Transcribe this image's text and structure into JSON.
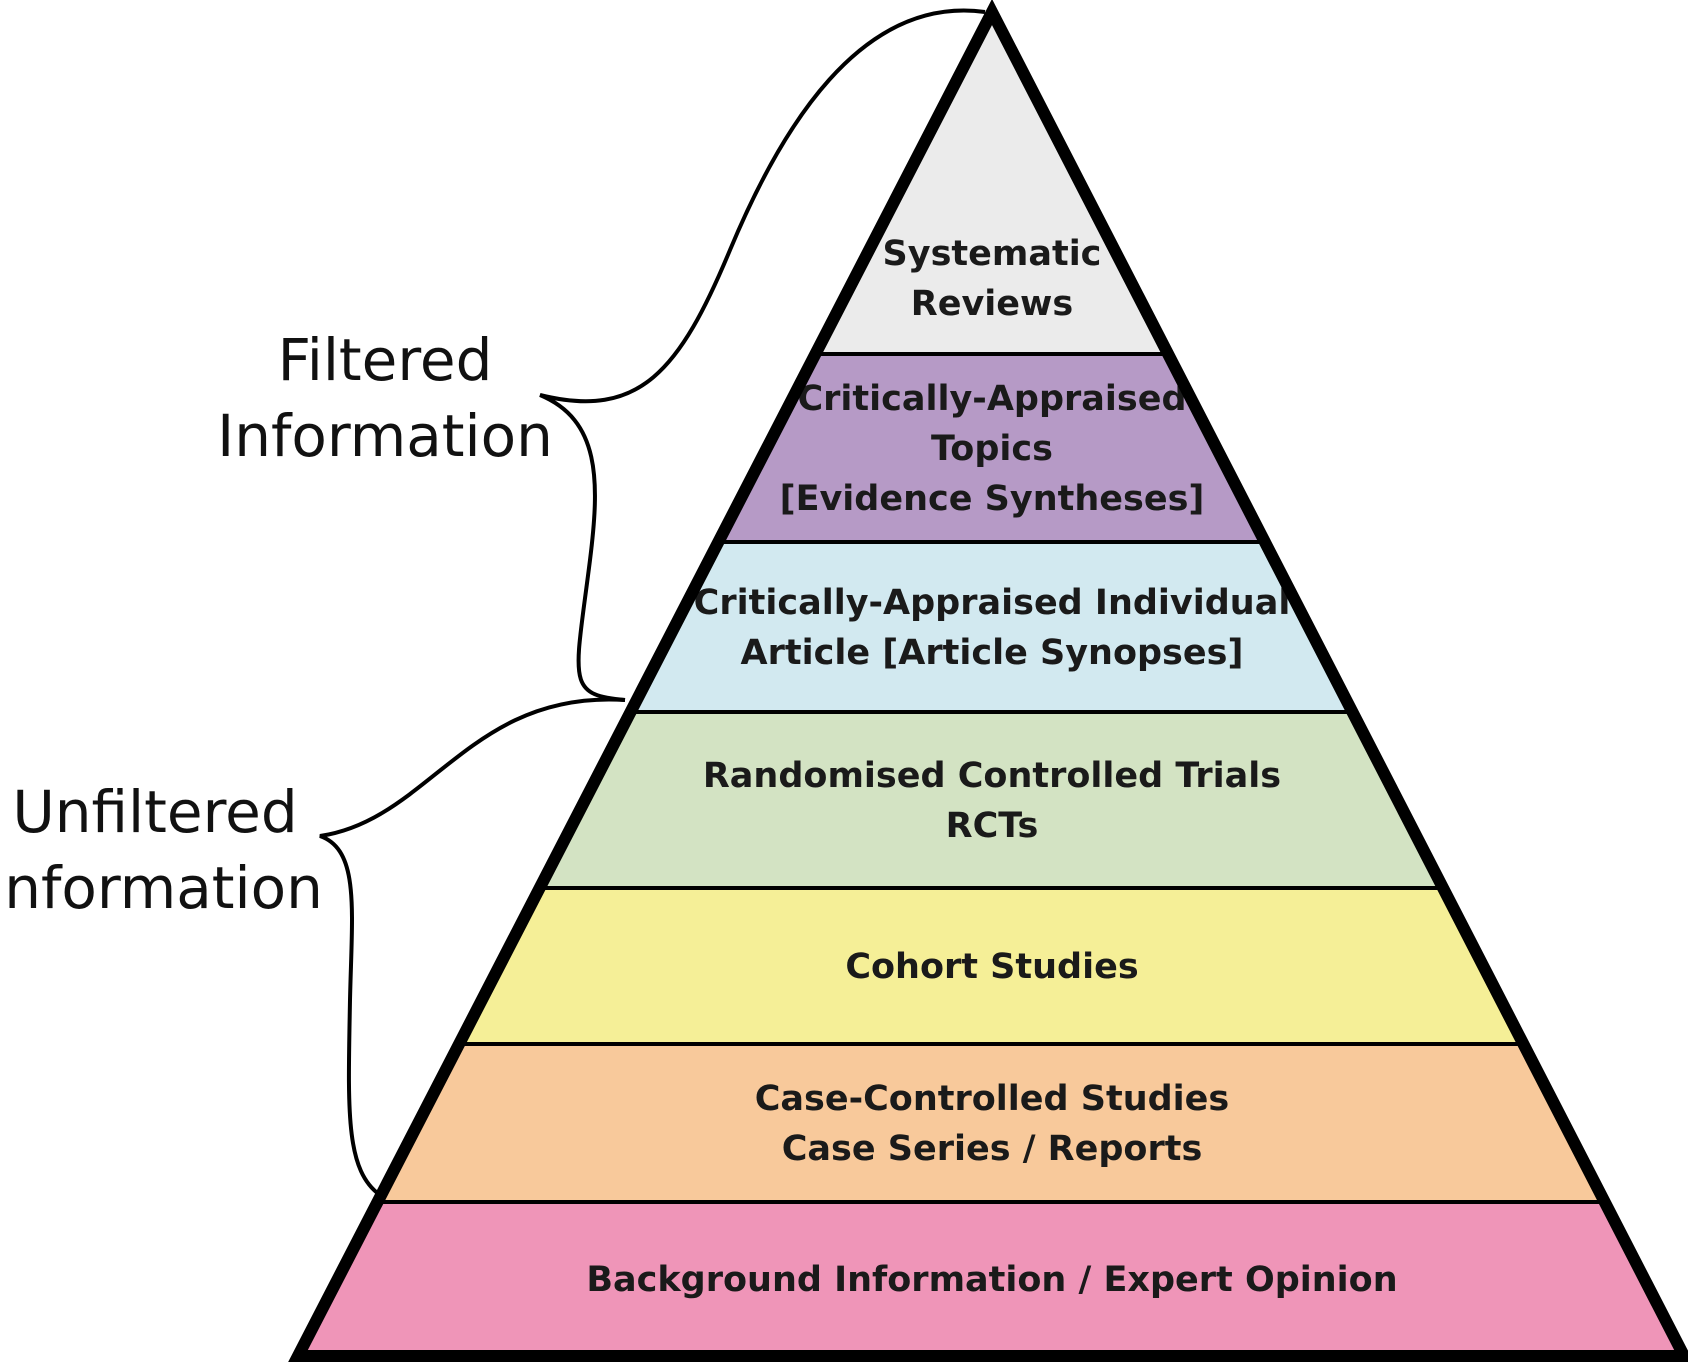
{
  "tiers": [
    {
      "lines": [
        "Systematic",
        "Reviews"
      ],
      "color": "#ebebeb"
    },
    {
      "lines": [
        "Critically-Appraised",
        "Topics",
        "[Evidence Syntheses]"
      ],
      "color": "#b69ac6"
    },
    {
      "lines": [
        "Critically-Appraised Individual",
        "Article [Article Synopses]"
      ],
      "color": "#d2e9f0"
    },
    {
      "lines": [
        "Randomised Controlled Trials",
        "RCTs"
      ],
      "color": "#d3e3c3"
    },
    {
      "lines": [
        "Cohort Studies"
      ],
      "color": "#f5ef97"
    },
    {
      "lines": [
        "Case-Controlled Studies",
        "Case Series / Reports"
      ],
      "color": "#f8c99b"
    },
    {
      "lines": [
        "Background Information / Expert Opinion"
      ],
      "color": "#ef95b8"
    }
  ],
  "braces": {
    "filtered": {
      "lines": [
        "Filtered",
        "Information"
      ]
    },
    "unfiltered": {
      "lines": [
        "Unfiltered",
        "Information"
      ]
    }
  }
}
